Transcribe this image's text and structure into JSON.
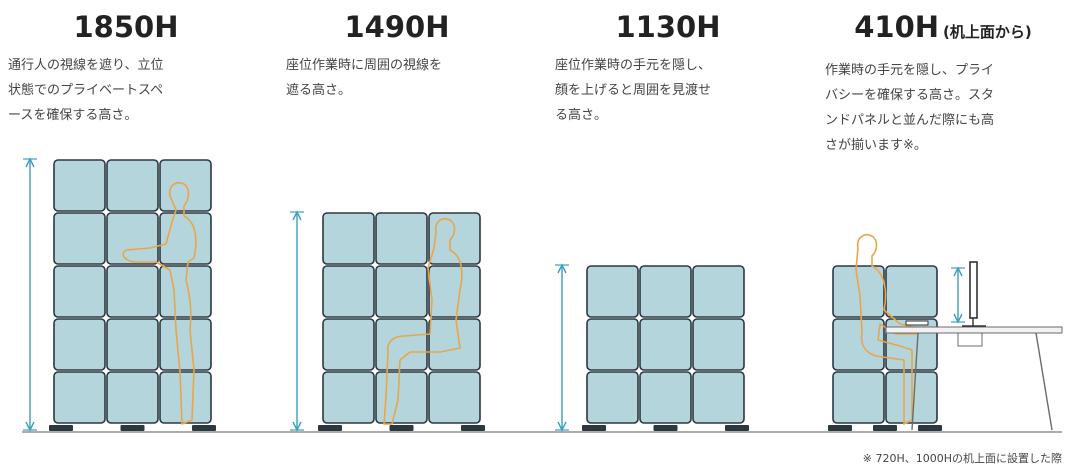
{
  "columns": [
    {
      "height_label": "1850H",
      "description": "通行人の視線を遮り、立位\n状態でのプライベートスペ\nースを確保する高さ。"
    },
    {
      "height_label": "1490H",
      "description": "座位作業時に周囲の視線を\n遮る高さ。"
    },
    {
      "height_label": "1130H",
      "description": "座位作業時の手元を隠し、\n顔を上げると周囲を見渡せ\nる高さ。"
    },
    {
      "height_label": "410H",
      "height_sub": "(机上面から)",
      "description": "作業時の手元を隠し、プライ\nバシーを確保する高さ。スタ\nンドパネルと並んだ際にも高\nさが揃います※。"
    }
  ],
  "footnote": "※ 720H、1000Hの机上面に設置した際",
  "colors": {
    "panel_fill": "#b5d5dd",
    "panel_stroke": "#2b3840",
    "dimension_line": "#3aa0bd",
    "figure_outline": "#e8a64a",
    "floor_line": "#7a7a7a"
  }
}
